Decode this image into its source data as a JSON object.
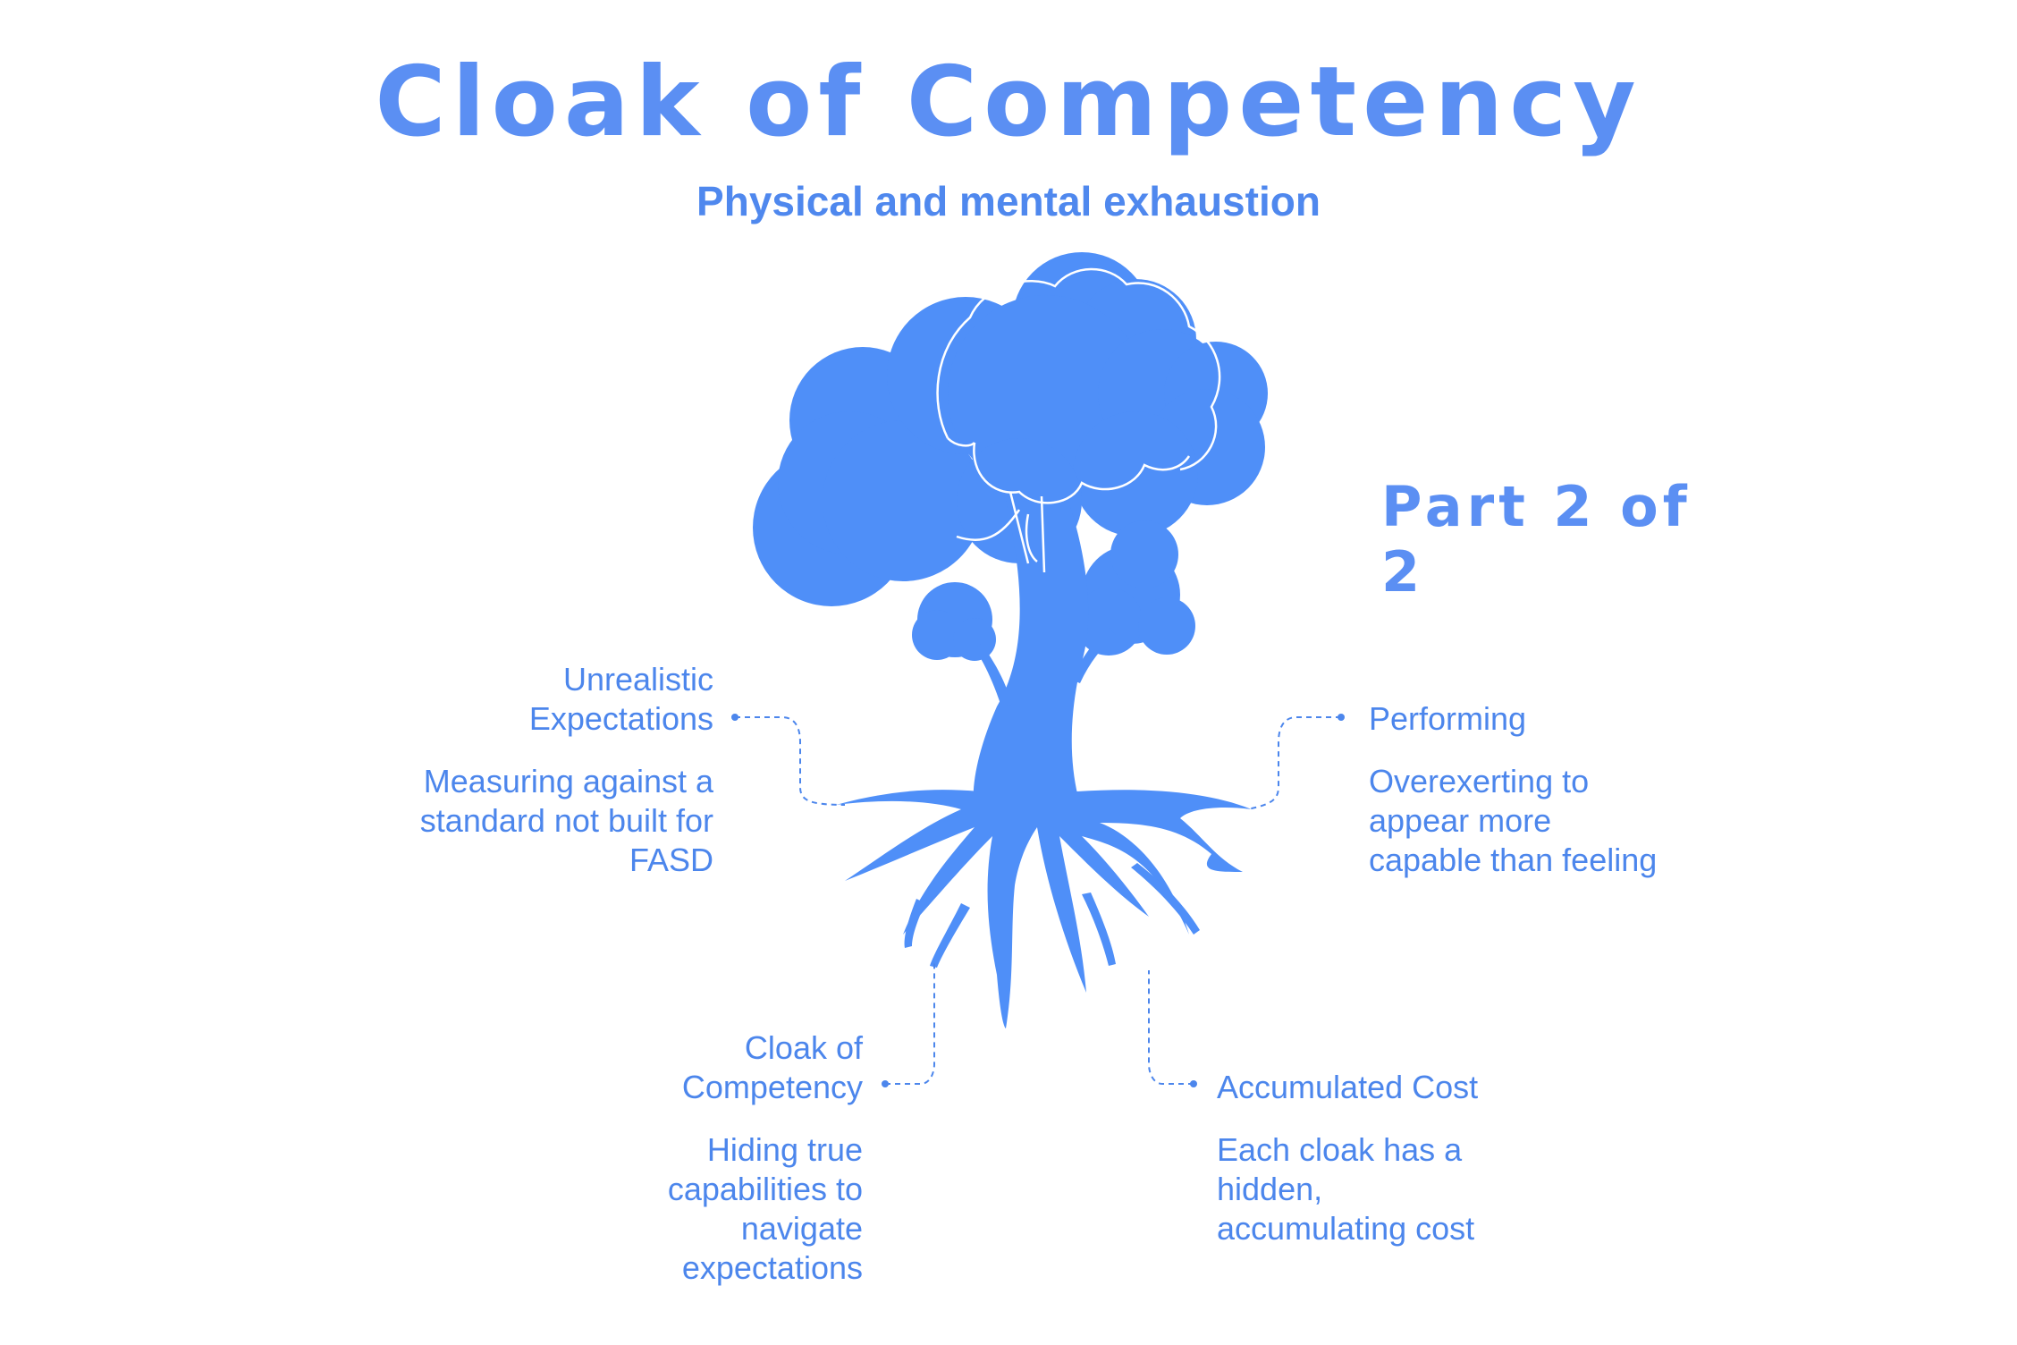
{
  "title": "Cloak of Competency",
  "subtitle": "Physical and mental exhaustion",
  "part_label": "Part 2 of 2",
  "colors": {
    "accent": "#5b8ff3",
    "tree": "#4f8ff8",
    "text": "#4c86ec"
  },
  "nodes": {
    "unrealistic": {
      "heading": "Unrealistic\nExpectations",
      "description": "Measuring against a\nstandard not built for\nFASD"
    },
    "performing": {
      "heading": "Performing",
      "description": "Overexerting to\nappear more\ncapable than feeling"
    },
    "cloak": {
      "heading": "Cloak of\nCompetency",
      "description": "Hiding true\ncapabilities to\nnavigate\nexpectations"
    },
    "accumulated": {
      "heading": "Accumulated Cost",
      "description": "Each cloak has a\nhidden,\naccumulating cost"
    }
  }
}
